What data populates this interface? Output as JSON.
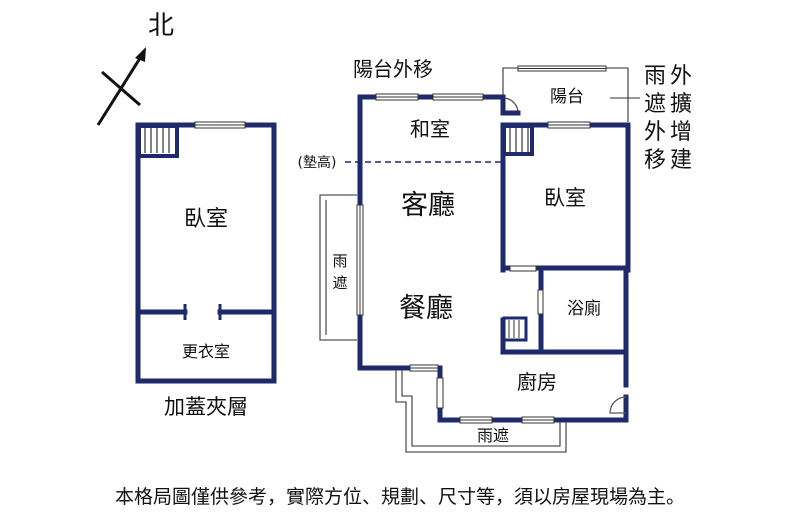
{
  "compass": {
    "label": "北"
  },
  "mezzanine": {
    "bedroom": "臥室",
    "closet": "更衣室",
    "caption": "加蓋夾層"
  },
  "main": {
    "balcony_moved": "陽台外移",
    "balcony": "陽台",
    "tatami": "和室",
    "raised": "(墊高)",
    "living": "客廳",
    "dining": "餐廳",
    "bedroom": "臥室",
    "bathroom": "浴廁",
    "kitchen": "廚房",
    "rain_shelter_left_1": "雨",
    "rain_shelter_left_2": "遮",
    "rain_shelter_bottom": "雨遮"
  },
  "side_note": {
    "col1": [
      "雨",
      "遮",
      "外",
      "移"
    ],
    "col2": [
      "外",
      "擴",
      "增",
      "建"
    ]
  },
  "disclaimer": "本格局圖僅供參考，實際方位、規劃、尺寸等，須以房屋現場為主。",
  "colors": {
    "wall": "#1e2a6b",
    "text": "#111111"
  }
}
